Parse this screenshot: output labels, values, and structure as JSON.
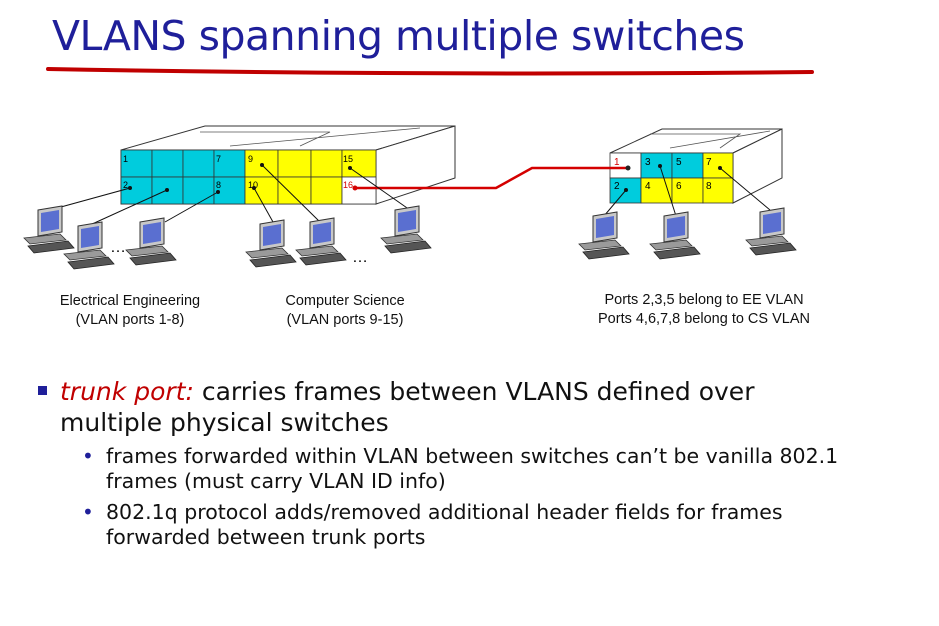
{
  "title": "VLANS spanning multiple switches",
  "colors": {
    "title": "#1f1f9a",
    "underline": "#c00000",
    "ee_port": "#00ccdd",
    "cs_port": "#ffff00",
    "trunk_link": "#d40000"
  },
  "switch_left": {
    "top_row_ports": [
      "1",
      "",
      "7",
      "9",
      "",
      "",
      "15"
    ],
    "bottom_row_ports": [
      "2",
      "",
      "8",
      "10",
      "",
      "",
      "16"
    ],
    "ellipsis_ee": "…",
    "ellipsis_cs": "…"
  },
  "switch_right": {
    "top_row_ports": [
      "1",
      "3",
      "5",
      "7"
    ],
    "bottom_row_ports": [
      "2",
      "4",
      "6",
      "8"
    ]
  },
  "captions": {
    "ee_line1": "Electrical Engineering",
    "ee_line2": "(VLAN ports 1-8)",
    "cs_line1": "Computer Science",
    "cs_line2": "(VLAN ports 9-15)",
    "right_line1": "Ports 2,3,5 belong to EE VLAN",
    "right_line2": "Ports 4,6,7,8 belong to CS VLAN"
  },
  "bullet_main": {
    "term": "trunk port:",
    "text": " carries frames between VLANS defined over",
    "text2": "multiple physical switches"
  },
  "sub_bullets": [
    {
      "line1": "frames forwarded within VLAN between switches can’t be vanilla 802.1",
      "line2": "frames (must carry VLAN ID info)"
    },
    {
      "line1": "802.1q protocol adds/removed additional header fields for frames",
      "line2": "forwarded between trunk ports"
    }
  ]
}
